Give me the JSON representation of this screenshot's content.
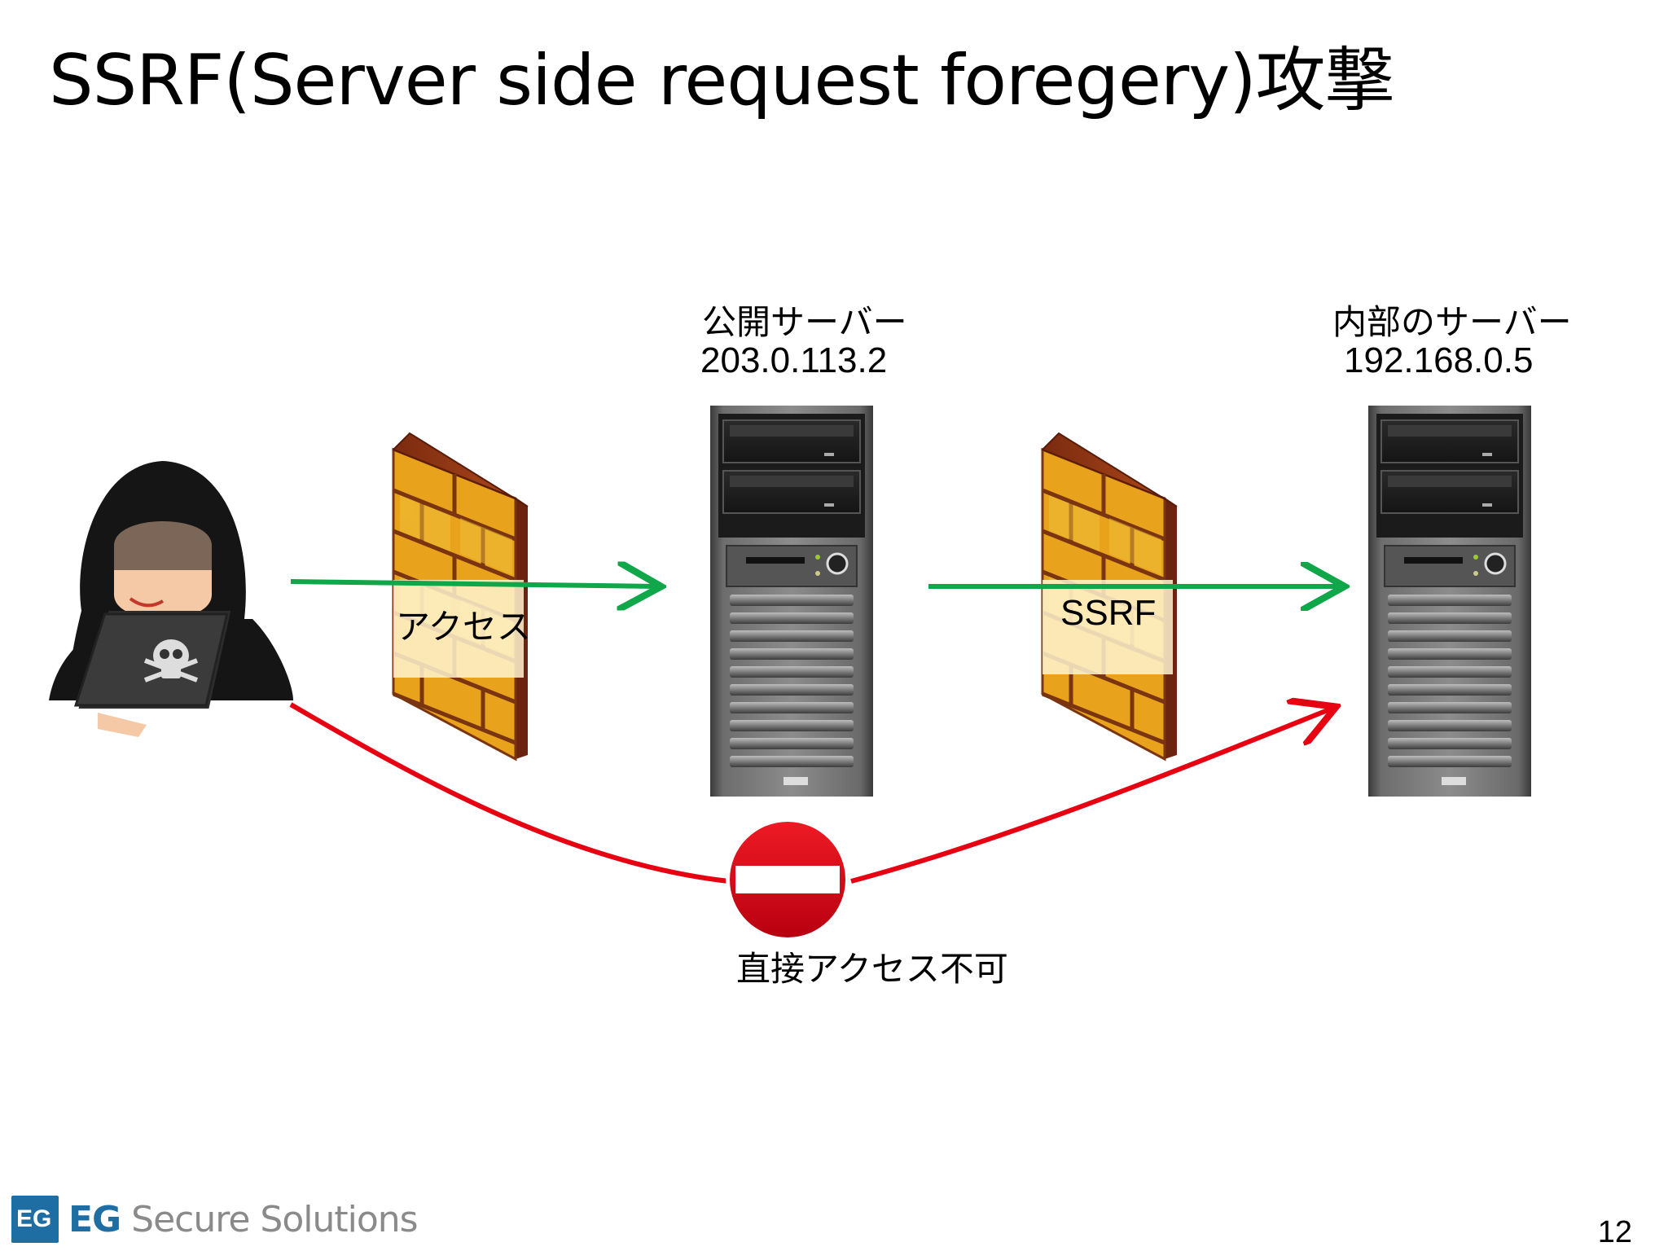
{
  "slide": {
    "title": "SSRF(Server side request foregery)攻撃",
    "page_number": "12"
  },
  "nodes": {
    "public_server": {
      "name": "公開サーバー",
      "ip": "203.0.113.2"
    },
    "internal_server": {
      "name": "内部のサーバー",
      "ip": "192.168.0.5"
    }
  },
  "edges": {
    "access": {
      "label": "アクセス",
      "color": "#10a64a"
    },
    "ssrf": {
      "label": "SSRF",
      "color": "#10a64a"
    },
    "direct": {
      "label": "直接アクセス不可",
      "color": "#e60012"
    }
  },
  "logo": {
    "mark": "EG",
    "brand": "EG",
    "text": " Secure Solutions"
  },
  "icons": {
    "attacker": "hooded-hacker-icon",
    "firewall": "brick-firewall-icon",
    "server": "tower-server-icon",
    "no_entry": "no-entry-sign-icon"
  }
}
